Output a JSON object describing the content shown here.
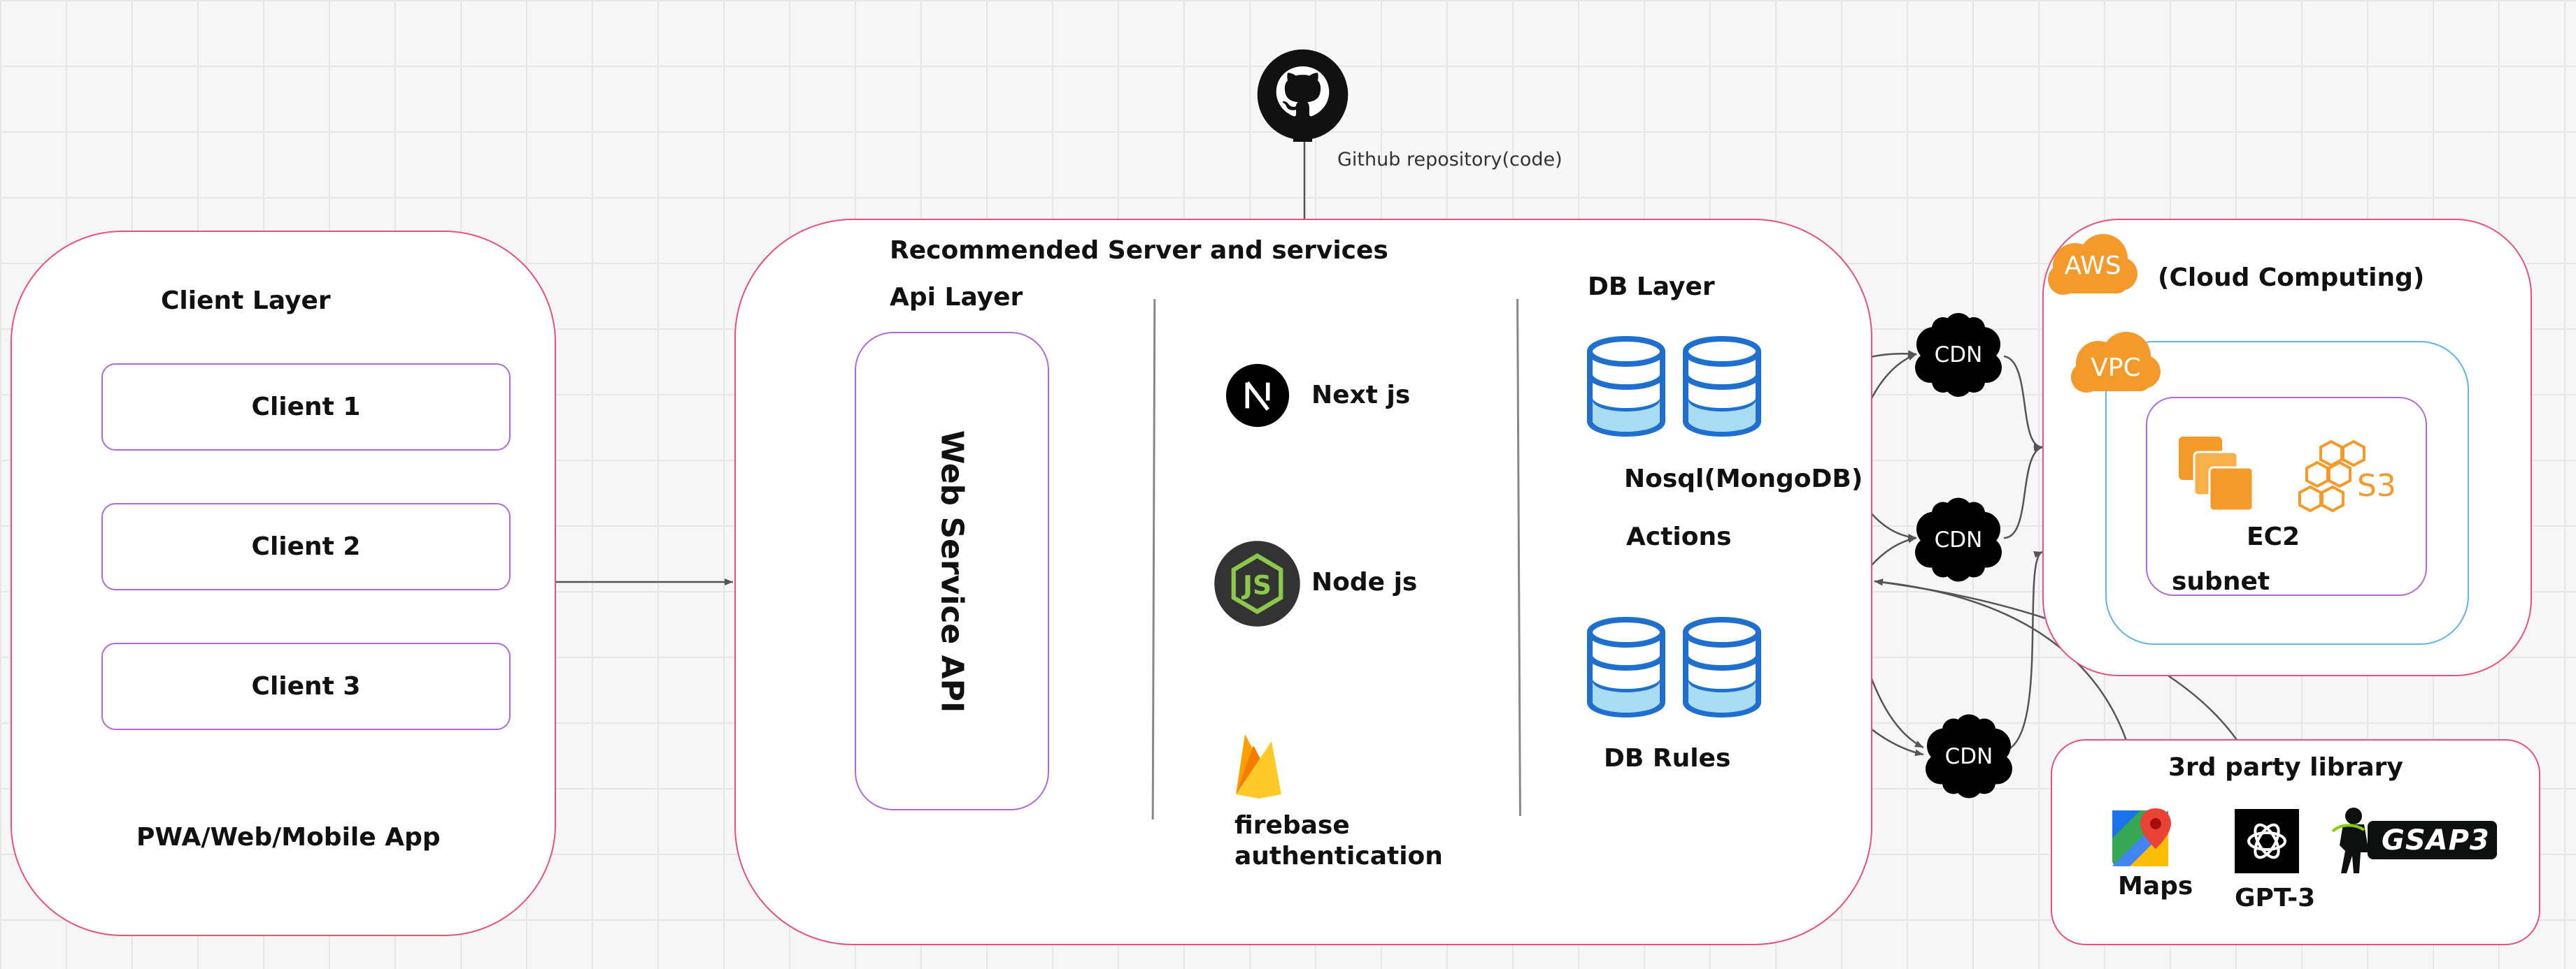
{
  "github": {
    "label": "Github repository(code)"
  },
  "client_layer": {
    "title": "Client Layer",
    "clients": [
      "Client 1",
      "Client 2",
      "Client 3"
    ],
    "footer": "PWA/Web/Mobile App"
  },
  "server": {
    "title": "Recommended Server and services",
    "api_layer_title": "Api Layer",
    "web_service_label": "Web Service API",
    "next_label": "Next js",
    "node_label": "Node js",
    "firebase_label": "firebase\nauthentication",
    "db_layer_title": "DB Layer",
    "nosql_label": "Nosql(MongoDB)",
    "actions_label": "Actions",
    "db_rules_label": "DB Rules"
  },
  "cdn_label": "CDN",
  "cloud": {
    "aws_badge": "AWS",
    "title": "(Cloud Computing)",
    "vpc_badge": "VPC",
    "ec2_label": "EC2",
    "s3_label": "S3",
    "subnet_label": "subnet"
  },
  "third_party": {
    "title": "3rd party library",
    "maps_label": "Maps",
    "gpt_label": "GPT-3",
    "gsap_label": "GSAP3"
  },
  "colors": {
    "outer_border": "#e8517a",
    "client_border": "#b06ad8",
    "db_blue": "#1f6fcf",
    "aws_orange": "#f39a2b",
    "node_green": "#3e863d"
  }
}
